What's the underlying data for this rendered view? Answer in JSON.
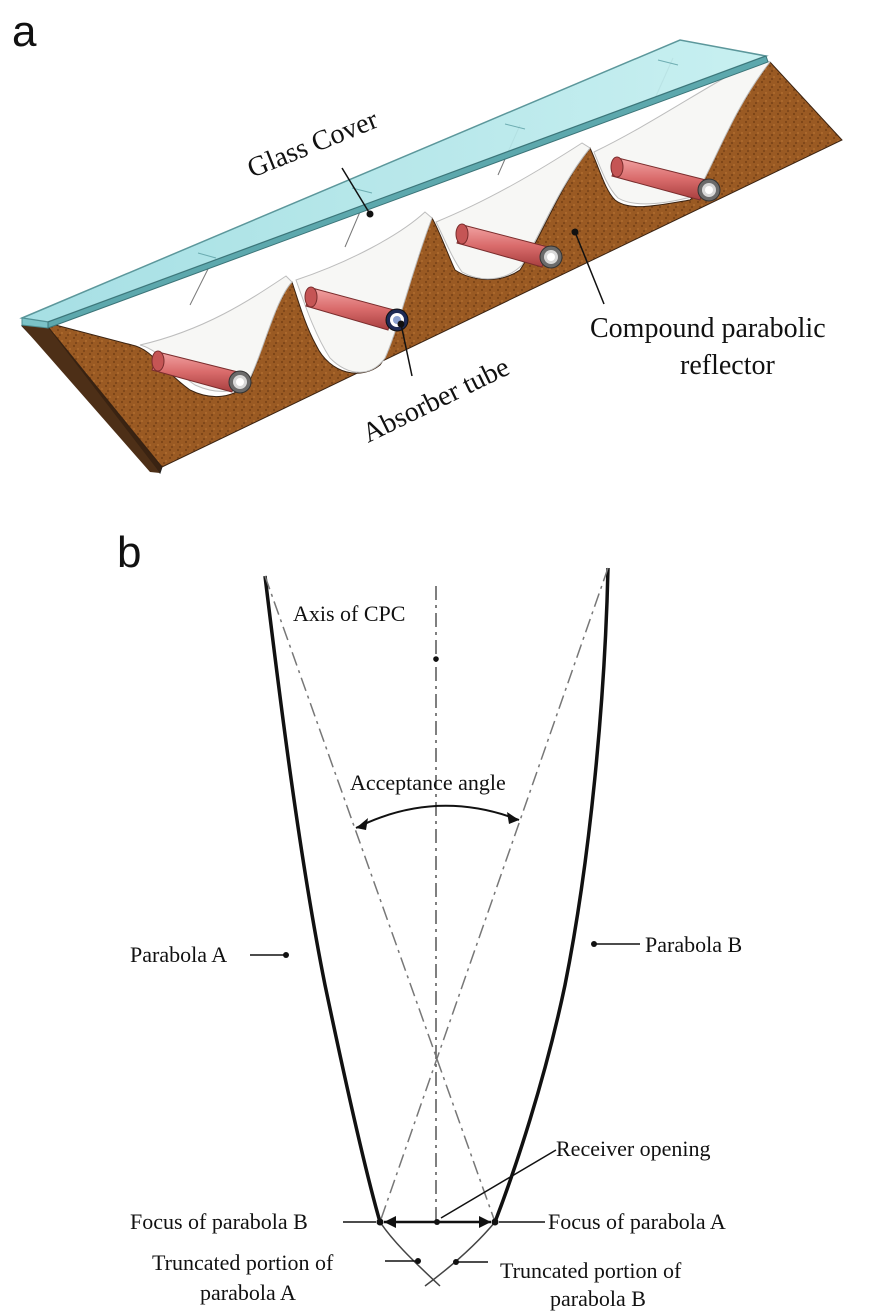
{
  "panel_a": {
    "letter": "a",
    "labels": {
      "glass_cover": "Glass Cover",
      "compound_reflector_line1": "Compound parabolic",
      "compound_reflector_line2": "reflector",
      "absorber_tube": "Absorber tube"
    },
    "colors": {
      "glass": "#a7e3e6",
      "soil": "#9a5a23",
      "soil_dark": "#3a2312",
      "reflector": "#f7f7f5",
      "tube": "#d96b6b"
    }
  },
  "panel_b": {
    "letter": "b",
    "labels": {
      "axis_of_cpc": "Axis of CPC",
      "acceptance_angle": "Acceptance angle",
      "parabola_a": "Parabola A",
      "parabola_b": "Parabola B",
      "receiver_opening": "Receiver opening",
      "focus_parabola_b": "Focus of parabola B",
      "focus_parabola_a": "Focus of parabola A",
      "truncated_a_line1": "Truncated portion of",
      "truncated_a_line2": "parabola A",
      "truncated_b_line1": "Truncated portion of",
      "truncated_b_line2": "parabola B"
    }
  }
}
